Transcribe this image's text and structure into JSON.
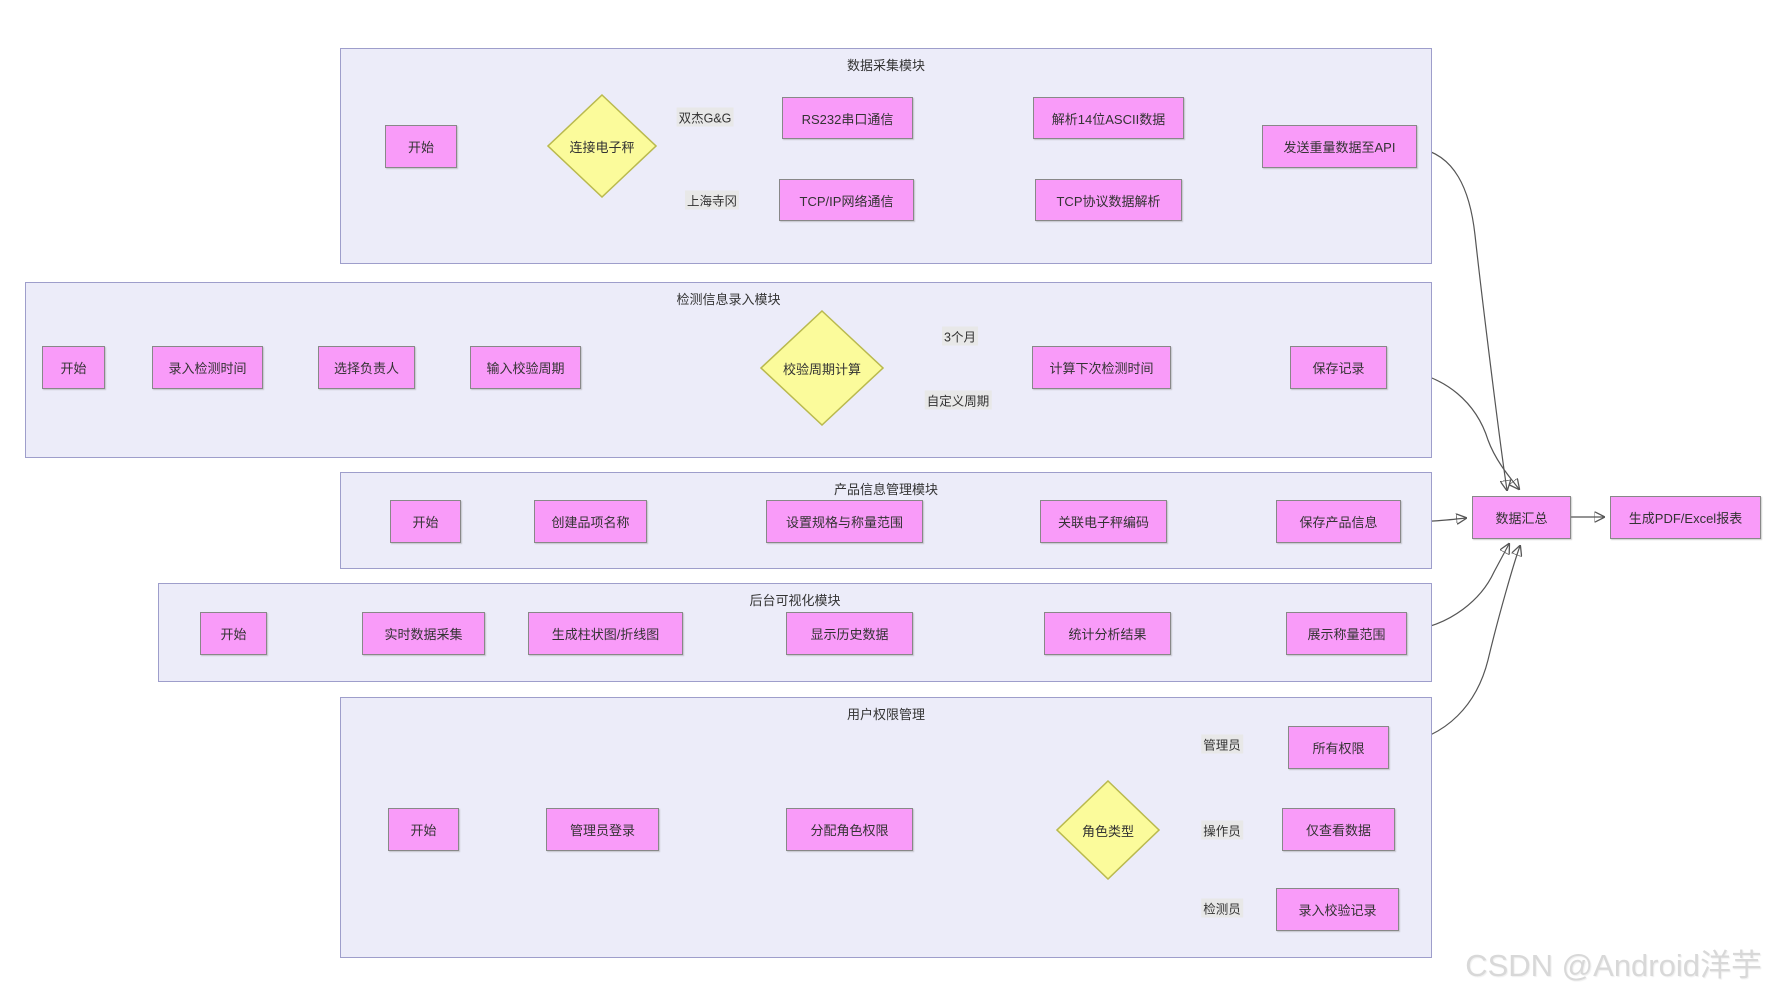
{
  "diagram": {
    "type": "flowchart",
    "watermark": "CSDN @Android洋芋"
  },
  "colors": {
    "module_background": "#ececf9",
    "module_border": "#9e9ecb",
    "node_fill": "#f99bf9",
    "node_border": "#888888",
    "decision_fill": "#fbfb9b",
    "decision_border": "#b9b94e",
    "edge": "#555555",
    "edge_label_background": "#e8e8e8",
    "text": "#333333",
    "watermark_color": "#d8d8d8"
  },
  "modules": [
    {
      "title": "数据采集模块",
      "nodes": [
        {
          "label": "开始",
          "type": "process"
        },
        {
          "label": "连接电子秤",
          "type": "decision"
        },
        {
          "label": "RS232串口通信",
          "type": "process"
        },
        {
          "label": "TCP/IP网络通信",
          "type": "process"
        },
        {
          "label": "解析14位ASCII数据",
          "type": "process"
        },
        {
          "label": "TCP协议数据解析",
          "type": "process"
        },
        {
          "label": "发送重量数据至API",
          "type": "process"
        }
      ],
      "edge_labels": [
        "双杰G&G",
        "上海寺冈"
      ]
    },
    {
      "title": "检测信息录入模块",
      "nodes": [
        {
          "label": "开始",
          "type": "process"
        },
        {
          "label": "录入检测时间",
          "type": "process"
        },
        {
          "label": "选择负责人",
          "type": "process"
        },
        {
          "label": "输入校验周期",
          "type": "process"
        },
        {
          "label": "校验周期计算",
          "type": "decision"
        },
        {
          "label": "计算下次检测时间",
          "type": "process"
        },
        {
          "label": "保存记录",
          "type": "process"
        }
      ],
      "edge_labels": [
        "3个月",
        "自定义周期"
      ]
    },
    {
      "title": "产品信息管理模块",
      "nodes": [
        {
          "label": "开始",
          "type": "process"
        },
        {
          "label": "创建品项名称",
          "type": "process"
        },
        {
          "label": "设置规格与称量范围",
          "type": "process"
        },
        {
          "label": "关联电子秤编码",
          "type": "process"
        },
        {
          "label": "保存产品信息",
          "type": "process"
        }
      ],
      "edge_labels": []
    },
    {
      "title": "后台可视化模块",
      "nodes": [
        {
          "label": "开始",
          "type": "process"
        },
        {
          "label": "实时数据采集",
          "type": "process"
        },
        {
          "label": "生成柱状图/折线图",
          "type": "process"
        },
        {
          "label": "显示历史数据",
          "type": "process"
        },
        {
          "label": "统计分析结果",
          "type": "process"
        },
        {
          "label": "展示称量范围",
          "type": "process"
        }
      ],
      "edge_labels": []
    },
    {
      "title": "用户权限管理",
      "nodes": [
        {
          "label": "开始",
          "type": "process"
        },
        {
          "label": "管理员登录",
          "type": "process"
        },
        {
          "label": "分配角色权限",
          "type": "process"
        },
        {
          "label": "角色类型",
          "type": "decision"
        },
        {
          "label": "所有权限",
          "type": "process"
        },
        {
          "label": "仅查看数据",
          "type": "process"
        },
        {
          "label": "录入校验记录",
          "type": "process"
        }
      ],
      "edge_labels": [
        "管理员",
        "操作员",
        "检测员"
      ]
    }
  ],
  "summary": {
    "aggregate_label": "数据汇总",
    "report_label": "生成PDF/Excel报表"
  }
}
